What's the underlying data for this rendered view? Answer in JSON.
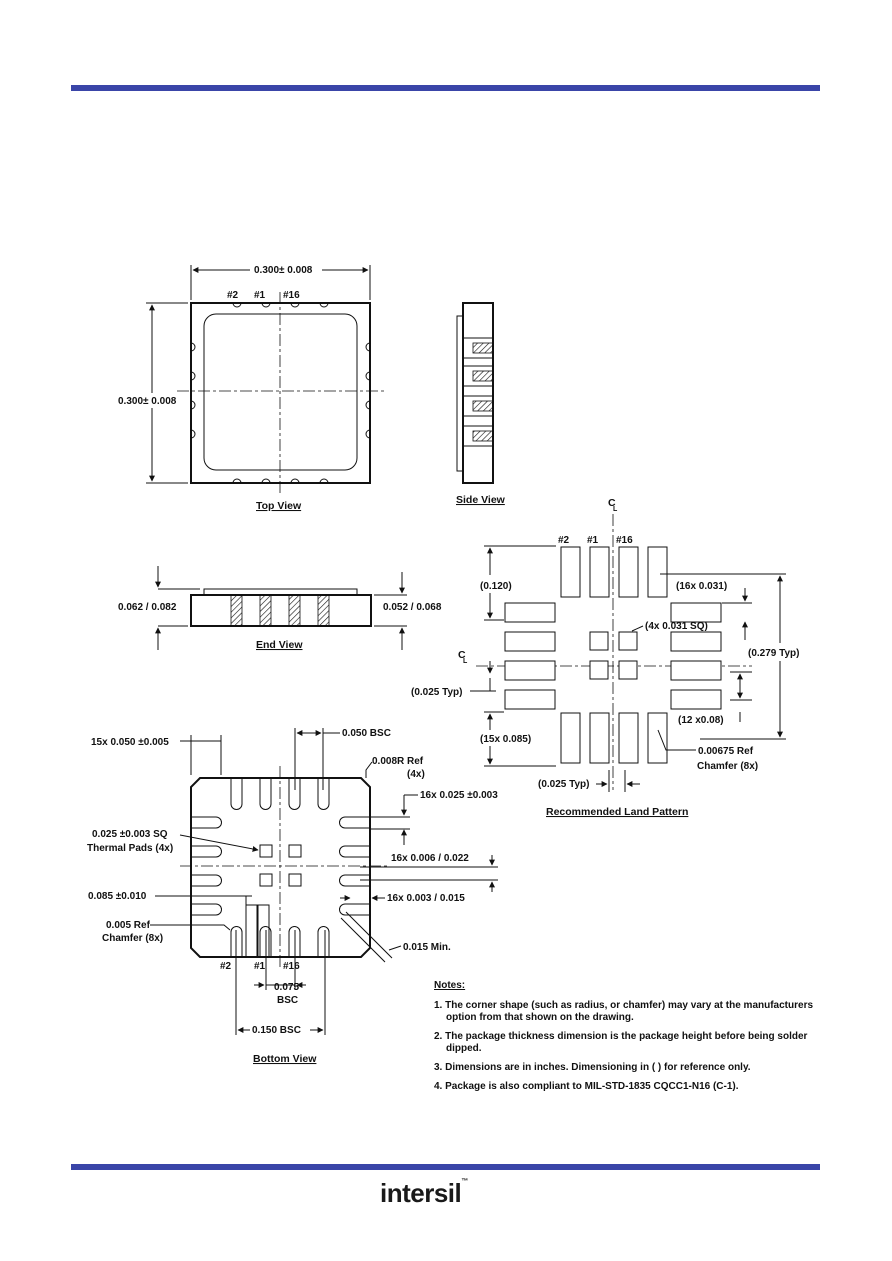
{
  "colors": {
    "rule": "#3a45a8",
    "ink": "#111111"
  },
  "top_view": {
    "title": "Top View",
    "width_dim": "0.300± 0.008",
    "height_dim": "0.300± 0.008",
    "pin_labels": [
      "#2",
      "#1",
      "#16"
    ]
  },
  "side_view": {
    "title": "Side View"
  },
  "end_view": {
    "title": "End View",
    "left_dim": "0.062 / 0.082",
    "right_dim": "0.052 / 0.068"
  },
  "land_pattern": {
    "title": "Recommended Land Pattern",
    "centerline": "C",
    "centerline_sub": "L",
    "pin_labels": [
      "#2",
      "#1",
      "#16"
    ],
    "dim_0120": "(0.120)",
    "dim_16x0031": "(16x 0.031)",
    "dim_4x0031sq": "(4x 0.031 SQ)",
    "dim_0279": "(0.279 Typ)",
    "dim_0025_left": "(0.025 Typ)",
    "dim_12x008": "(12 x0.08)",
    "dim_15x0085": "(15x 0.085)",
    "dim_00675": "0.00675 Ref",
    "dim_chamfer": "Chamfer (8x)",
    "dim_0025_bottom": "(0.025 Typ)"
  },
  "bottom_view": {
    "title": "Bottom View",
    "pin_labels": [
      "#2",
      "#1",
      "#16"
    ],
    "dim_15x0050": "15x 0.050 ±0.005",
    "dim_0050bsc": "0.050 BSC",
    "dim_0008r_1": "0.008R Ref",
    "dim_0008r_2": "(4x)",
    "dim_16x0025": "16x 0.025 ±0.003",
    "dim_thermal_1": "0.025 ±0.003 SQ",
    "dim_thermal_2": "Thermal Pads (4x)",
    "dim_16x0006": "16x 0.006 / 0.022",
    "dim_0085": "0.085 ±0.010",
    "dim_16x0003": "16x 0.003 / 0.015",
    "dim_0005ref": "0.005 Ref",
    "dim_chamfer": "Chamfer (8x)",
    "dim_0015": "0.015 Min.",
    "dim_0075_1": "0.075",
    "dim_0075_2": "BSC",
    "dim_0150": "0.150 BSC"
  },
  "notes": {
    "heading": "Notes:",
    "items": [
      "1. The corner shape (such as radius, or chamfer) may vary at the manufacturers option from that shown on the drawing.",
      "2. The package thickness dimension is the package height before being solder dipped.",
      "3. Dimensions are in inches. Dimensioning in (   ) for reference  only.",
      "4. Package is also compliant to MIL-STD-1835 CQCC1-N16 (C-1)."
    ]
  },
  "logo": {
    "text": "intersil",
    "tm": "™"
  }
}
